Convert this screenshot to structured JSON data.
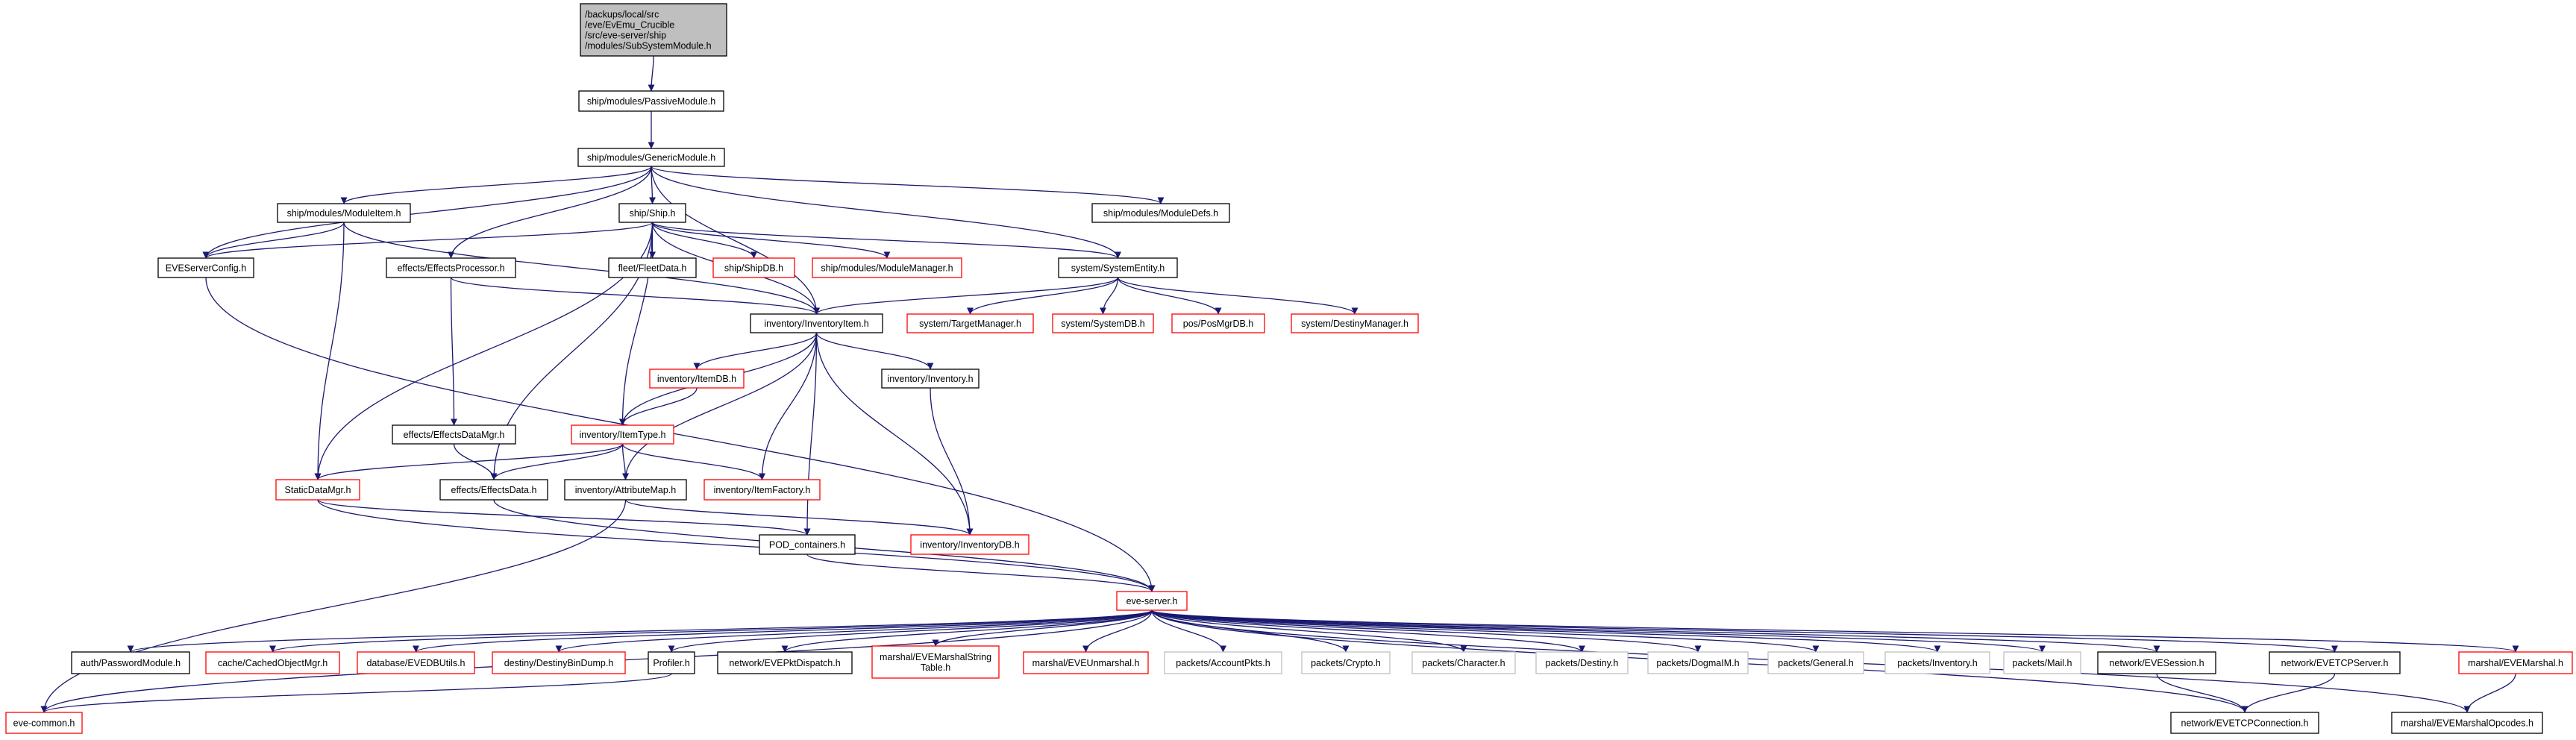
{
  "colors": {
    "edge": "#191970",
    "node_border_default": "#000000",
    "node_border_missing": "#ff0000",
    "node_border_external": "#bfbfbf",
    "node_fill_root": "#bfbfbf",
    "node_fill": "#ffffff"
  },
  "graph": {
    "nodes": [
      {
        "id": "root",
        "lines": [
          "/backups/local/src",
          "/eve/EvEmu_Crucible",
          "/src/eve-server/ship",
          "/modules/SubSystemModule.h"
        ],
        "kind": "root"
      },
      {
        "id": "passive",
        "lines": [
          "ship/modules/PassiveModule.h"
        ],
        "kind": "normal"
      },
      {
        "id": "generic",
        "lines": [
          "ship/modules/GenericModule.h"
        ],
        "kind": "normal"
      },
      {
        "id": "moduleitem",
        "lines": [
          "ship/modules/ModuleItem.h"
        ],
        "kind": "normal"
      },
      {
        "id": "ship",
        "lines": [
          "ship/Ship.h"
        ],
        "kind": "normal"
      },
      {
        "id": "moduledefs",
        "lines": [
          "ship/modules/ModuleDefs.h"
        ],
        "kind": "normal"
      },
      {
        "id": "evecfg",
        "lines": [
          "EVEServerConfig.h"
        ],
        "kind": "normal"
      },
      {
        "id": "effproc",
        "lines": [
          "effects/EffectsProcessor.h"
        ],
        "kind": "normal"
      },
      {
        "id": "fleet",
        "lines": [
          "fleet/FleetData.h"
        ],
        "kind": "normal"
      },
      {
        "id": "shipdb",
        "lines": [
          "ship/ShipDB.h"
        ],
        "kind": "missing"
      },
      {
        "id": "modmgr",
        "lines": [
          "ship/modules/ModuleManager.h"
        ],
        "kind": "missing"
      },
      {
        "id": "sysent",
        "lines": [
          "system/SystemEntity.h"
        ],
        "kind": "normal"
      },
      {
        "id": "invitem",
        "lines": [
          "inventory/InventoryItem.h"
        ],
        "kind": "normal"
      },
      {
        "id": "tgtmgr",
        "lines": [
          "system/TargetManager.h"
        ],
        "kind": "missing"
      },
      {
        "id": "sysdb",
        "lines": [
          "system/SystemDB.h"
        ],
        "kind": "missing"
      },
      {
        "id": "posmgr",
        "lines": [
          "pos/PosMgrDB.h"
        ],
        "kind": "missing"
      },
      {
        "id": "destmgr",
        "lines": [
          "system/DestinyManager.h"
        ],
        "kind": "missing"
      },
      {
        "id": "itemdb",
        "lines": [
          "inventory/ItemDB.h"
        ],
        "kind": "missing"
      },
      {
        "id": "inventory",
        "lines": [
          "inventory/Inventory.h"
        ],
        "kind": "normal"
      },
      {
        "id": "effdatamgr",
        "lines": [
          "effects/EffectsDataMgr.h"
        ],
        "kind": "normal"
      },
      {
        "id": "itemtype",
        "lines": [
          "inventory/ItemType.h"
        ],
        "kind": "missing"
      },
      {
        "id": "staticdata",
        "lines": [
          "StaticDataMgr.h"
        ],
        "kind": "missing"
      },
      {
        "id": "effdata",
        "lines": [
          "effects/EffectsData.h"
        ],
        "kind": "normal"
      },
      {
        "id": "attrmap",
        "lines": [
          "inventory/AttributeMap.h"
        ],
        "kind": "normal"
      },
      {
        "id": "itemfact",
        "lines": [
          "inventory/ItemFactory.h"
        ],
        "kind": "missing"
      },
      {
        "id": "invdb",
        "lines": [
          "inventory/InventoryDB.h"
        ],
        "kind": "missing"
      },
      {
        "id": "podc",
        "lines": [
          "POD_containers.h"
        ],
        "kind": "normal"
      },
      {
        "id": "eveserver",
        "lines": [
          "eve-server.h"
        ],
        "kind": "missing"
      },
      {
        "id": "auth",
        "lines": [
          "auth/PasswordModule.h"
        ],
        "kind": "normal"
      },
      {
        "id": "cache",
        "lines": [
          "cache/CachedObjectMgr.h"
        ],
        "kind": "missing"
      },
      {
        "id": "dbutil",
        "lines": [
          "database/EVEDBUtils.h"
        ],
        "kind": "missing"
      },
      {
        "id": "destbin",
        "lines": [
          "destiny/DestinyBinDump.h"
        ],
        "kind": "missing"
      },
      {
        "id": "profiler",
        "lines": [
          "Profiler.h"
        ],
        "kind": "normal"
      },
      {
        "id": "pktdisp",
        "lines": [
          "network/EVEPktDispatch.h"
        ],
        "kind": "normal"
      },
      {
        "id": "strtable",
        "lines": [
          "marshal/EVEMarshalString",
          "Table.h"
        ],
        "kind": "missing"
      },
      {
        "id": "unmarshal",
        "lines": [
          "marshal/EVEUnmarshal.h"
        ],
        "kind": "missing"
      },
      {
        "id": "acctpkts",
        "lines": [
          "packets/AccountPkts.h"
        ],
        "kind": "external"
      },
      {
        "id": "crypto",
        "lines": [
          "packets/Crypto.h"
        ],
        "kind": "external"
      },
      {
        "id": "character",
        "lines": [
          "packets/Character.h"
        ],
        "kind": "external"
      },
      {
        "id": "pdestiny",
        "lines": [
          "packets/Destiny.h"
        ],
        "kind": "external"
      },
      {
        "id": "dogmaim",
        "lines": [
          "packets/DogmaIM.h"
        ],
        "kind": "external"
      },
      {
        "id": "general",
        "lines": [
          "packets/General.h"
        ],
        "kind": "external"
      },
      {
        "id": "pinventory",
        "lines": [
          "packets/Inventory.h"
        ],
        "kind": "external"
      },
      {
        "id": "mail",
        "lines": [
          "packets/Mail.h"
        ],
        "kind": "external"
      },
      {
        "id": "session",
        "lines": [
          "network/EVESession.h"
        ],
        "kind": "normal"
      },
      {
        "id": "tcpserver",
        "lines": [
          "network/EVETCPServer.h"
        ],
        "kind": "normal"
      },
      {
        "id": "marshal",
        "lines": [
          "marshal/EVEMarshal.h"
        ],
        "kind": "missing"
      },
      {
        "id": "evecommon",
        "lines": [
          "eve-common.h"
        ],
        "kind": "missing"
      },
      {
        "id": "tcpconn",
        "lines": [
          "network/EVETCPConnection.h"
        ],
        "kind": "normal"
      },
      {
        "id": "opcodes",
        "lines": [
          "marshal/EVEMarshalOpcodes.h"
        ],
        "kind": "normal"
      }
    ],
    "edges": [
      {
        "from": "root",
        "to": "passive"
      },
      {
        "from": "passive",
        "to": "generic"
      },
      {
        "from": "generic",
        "to": "moduleitem"
      },
      {
        "from": "generic",
        "to": "ship"
      },
      {
        "from": "generic",
        "to": "moduledefs"
      },
      {
        "from": "generic",
        "to": "evecfg"
      },
      {
        "from": "generic",
        "to": "effproc"
      },
      {
        "from": "generic",
        "to": "sysent"
      },
      {
        "from": "generic",
        "to": "invitem"
      },
      {
        "from": "moduleitem",
        "to": "evecfg"
      },
      {
        "from": "moduleitem",
        "to": "invitem"
      },
      {
        "from": "moduleitem",
        "to": "staticdata"
      },
      {
        "from": "ship",
        "to": "evecfg"
      },
      {
        "from": "ship",
        "to": "fleet"
      },
      {
        "from": "ship",
        "to": "shipdb"
      },
      {
        "from": "ship",
        "to": "modmgr"
      },
      {
        "from": "ship",
        "to": "sysent"
      },
      {
        "from": "ship",
        "to": "invitem"
      },
      {
        "from": "ship",
        "to": "itemtype"
      },
      {
        "from": "ship",
        "to": "staticdata"
      },
      {
        "from": "ship",
        "to": "effdata"
      },
      {
        "from": "evecfg",
        "to": "eveserver"
      },
      {
        "from": "effproc",
        "to": "effdatamgr"
      },
      {
        "from": "effproc",
        "to": "invitem"
      },
      {
        "from": "sysent",
        "to": "invitem"
      },
      {
        "from": "sysent",
        "to": "tgtmgr"
      },
      {
        "from": "sysent",
        "to": "sysdb"
      },
      {
        "from": "sysent",
        "to": "posmgr"
      },
      {
        "from": "sysent",
        "to": "destmgr"
      },
      {
        "from": "invitem",
        "to": "itemdb"
      },
      {
        "from": "invitem",
        "to": "inventory"
      },
      {
        "from": "invitem",
        "to": "itemtype"
      },
      {
        "from": "invitem",
        "to": "attrmap"
      },
      {
        "from": "invitem",
        "to": "itemfact"
      },
      {
        "from": "invitem",
        "to": "invdb"
      },
      {
        "from": "invitem",
        "to": "podc"
      },
      {
        "from": "itemdb",
        "to": "itemtype"
      },
      {
        "from": "inventory",
        "to": "invdb"
      },
      {
        "from": "effdatamgr",
        "to": "effdata"
      },
      {
        "from": "itemtype",
        "to": "staticdata"
      },
      {
        "from": "itemtype",
        "to": "effdata"
      },
      {
        "from": "itemtype",
        "to": "attrmap"
      },
      {
        "from": "itemtype",
        "to": "itemfact"
      },
      {
        "from": "staticdata",
        "to": "podc"
      },
      {
        "from": "staticdata",
        "to": "eveserver"
      },
      {
        "from": "effdata",
        "to": "eveserver"
      },
      {
        "from": "attrmap",
        "to": "invdb"
      },
      {
        "from": "attrmap",
        "to": "evecommon"
      },
      {
        "from": "podc",
        "to": "eveserver"
      },
      {
        "from": "eveserver",
        "to": "auth"
      },
      {
        "from": "eveserver",
        "to": "cache"
      },
      {
        "from": "eveserver",
        "to": "dbutil"
      },
      {
        "from": "eveserver",
        "to": "destbin"
      },
      {
        "from": "eveserver",
        "to": "profiler"
      },
      {
        "from": "eveserver",
        "to": "pktdisp"
      },
      {
        "from": "eveserver",
        "to": "strtable"
      },
      {
        "from": "eveserver",
        "to": "unmarshal"
      },
      {
        "from": "eveserver",
        "to": "acctpkts"
      },
      {
        "from": "eveserver",
        "to": "crypto"
      },
      {
        "from": "eveserver",
        "to": "character"
      },
      {
        "from": "eveserver",
        "to": "pdestiny"
      },
      {
        "from": "eveserver",
        "to": "dogmaim"
      },
      {
        "from": "eveserver",
        "to": "general"
      },
      {
        "from": "eveserver",
        "to": "pinventory"
      },
      {
        "from": "eveserver",
        "to": "mail"
      },
      {
        "from": "eveserver",
        "to": "session"
      },
      {
        "from": "eveserver",
        "to": "tcpserver"
      },
      {
        "from": "eveserver",
        "to": "marshal"
      },
      {
        "from": "eveserver",
        "to": "evecommon"
      },
      {
        "from": "eveserver",
        "to": "tcpconn"
      },
      {
        "from": "eveserver",
        "to": "opcodes"
      },
      {
        "from": "profiler",
        "to": "evecommon"
      },
      {
        "from": "session",
        "to": "tcpconn"
      },
      {
        "from": "tcpserver",
        "to": "tcpconn"
      },
      {
        "from": "marshal",
        "to": "opcodes"
      }
    ]
  }
}
